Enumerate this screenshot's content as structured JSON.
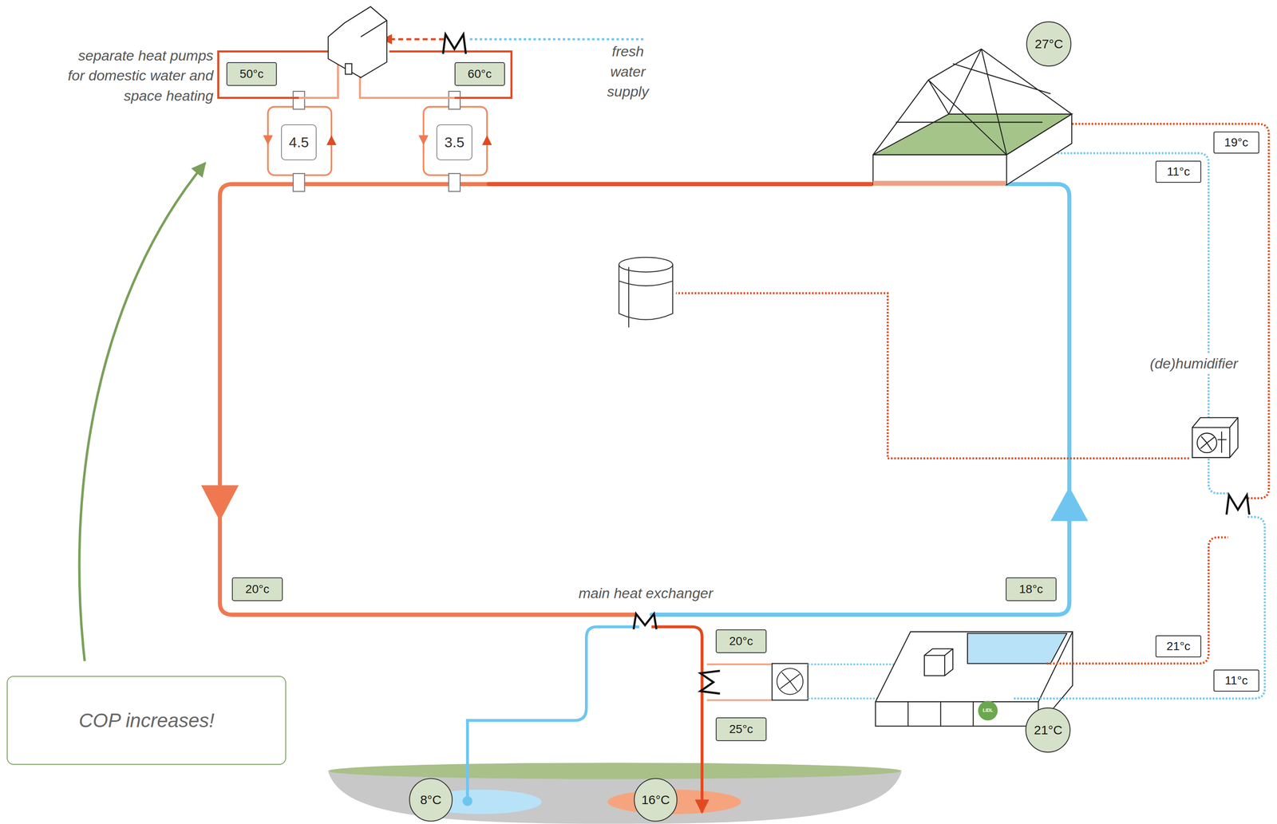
{
  "diagram": {
    "nodes": [
      {
        "text": [
          "50°c"
        ]
      },
      {
        "text": [
          "60°c"
        ]
      },
      {
        "text": [
          "27°C"
        ]
      },
      {
        "text": [
          "4.5"
        ]
      },
      {
        "text": [
          "3.5"
        ]
      },
      {
        "text": [
          "19°c"
        ]
      },
      {
        "text": [
          "11°c"
        ]
      },
      {
        "text": [
          "20°c"
        ]
      },
      {
        "text": [
          "18°c"
        ]
      },
      {
        "text": [
          "20°c"
        ]
      },
      {
        "text": [
          "21°c"
        ]
      },
      {
        "text": [
          "11°c"
        ]
      },
      {
        "text": [
          "25°c"
        ]
      },
      {
        "text": [
          "21°C"
        ]
      },
      {
        "text": [
          "COP increases!"
        ]
      },
      {
        "text": [
          "8°C"
        ]
      },
      {
        "text": [
          "16°C"
        ]
      }
    ],
    "labels": [
      "separate heat pumps for domestic water and space heating",
      "fresh water supply",
      "(de)humidifier",
      "main heat exchanger",
      "LIDL"
    ]
  }
}
